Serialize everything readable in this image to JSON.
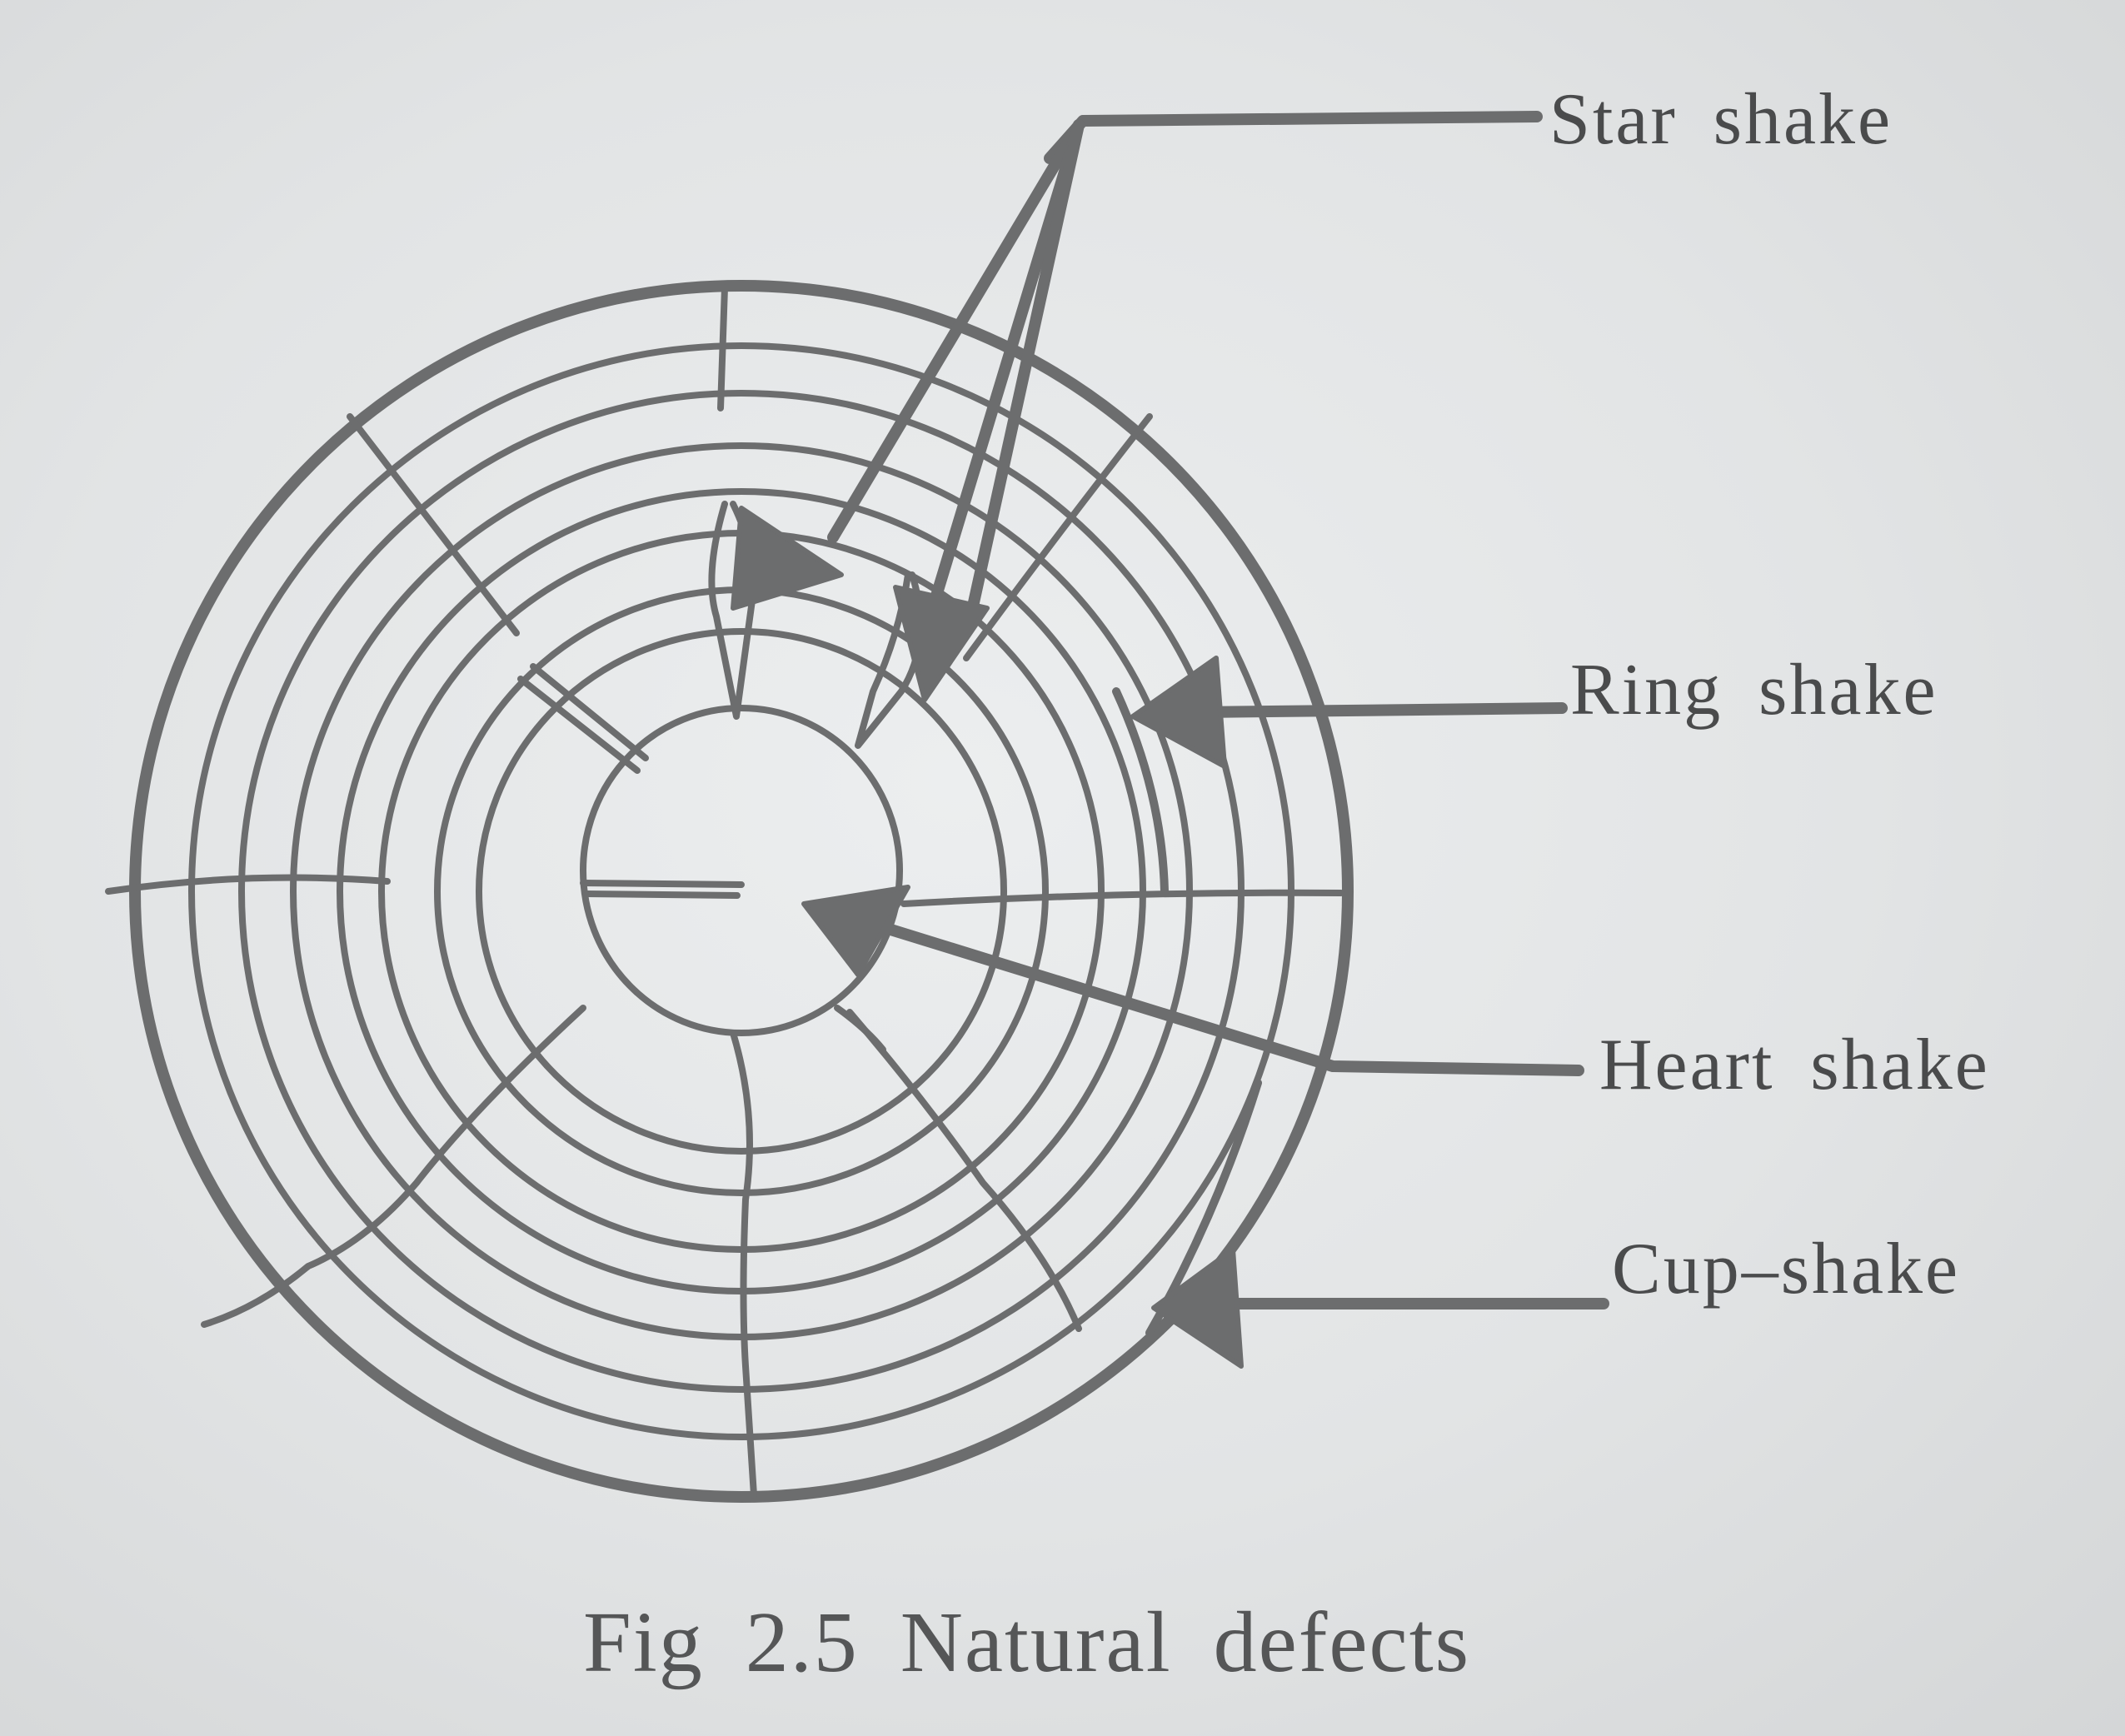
{
  "diagram": {
    "labels": {
      "star_shake": "Star shake",
      "ring_shake": "Ring shake",
      "heart_shake": "Heart shake",
      "cup_shake": "Cup–shake"
    },
    "caption": "Fig 2.5 Natural defects"
  },
  "colors": {
    "ink": "#6c6d6e",
    "paper": "#e1e3e4"
  }
}
